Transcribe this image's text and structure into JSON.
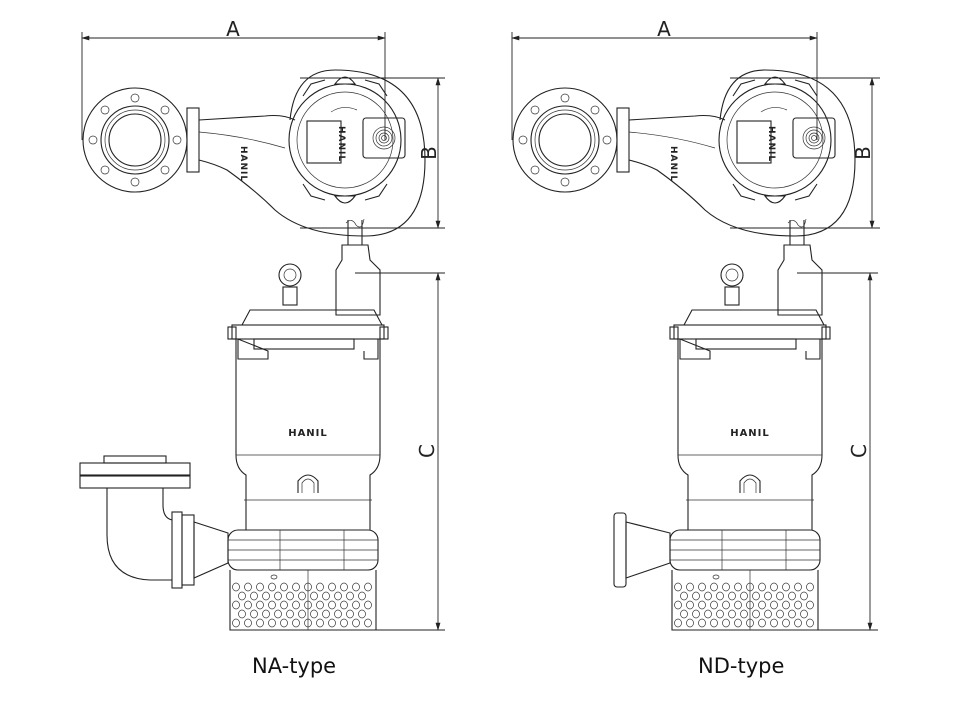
{
  "title": "Submersible pump dimension drawing",
  "brand": "HANIL",
  "dimension_labels": {
    "width": "A",
    "depth": "B",
    "height": "C"
  },
  "variants": [
    {
      "id": "na",
      "caption": "NA-type",
      "discharge": "elbow with flange"
    },
    {
      "id": "nd",
      "caption": "ND-type",
      "discharge": "flange"
    }
  ],
  "colors": {
    "line": "#222222",
    "background": "#ffffff"
  }
}
